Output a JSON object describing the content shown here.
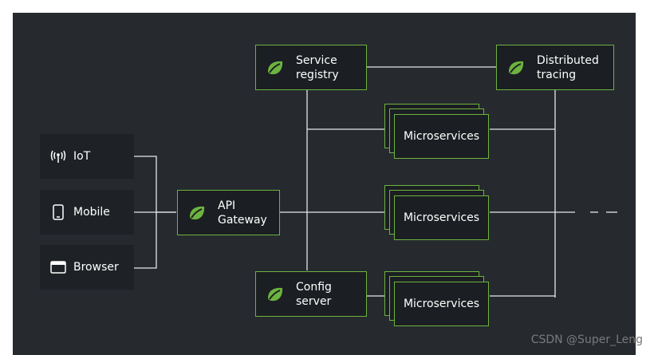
{
  "diagram": {
    "clients": [
      {
        "id": "iot",
        "label": "IoT",
        "icon": "antenna-icon"
      },
      {
        "id": "mobile",
        "label": "Mobile",
        "icon": "smartphone-icon"
      },
      {
        "id": "browser",
        "label": "Browser",
        "icon": "browser-window-icon"
      }
    ],
    "gateway": {
      "label": "API\nGateway",
      "icon": "spring-leaf-icon"
    },
    "registry": {
      "label": "Service\nregistry",
      "icon": "spring-leaf-icon"
    },
    "tracing": {
      "label": "Distributed\ntracing",
      "icon": "spring-leaf-icon"
    },
    "config": {
      "label": "Config\nserver",
      "icon": "spring-leaf-icon"
    },
    "microservices": [
      {
        "label": "Microservices"
      },
      {
        "label": "Microservices"
      },
      {
        "label": "Microservices"
      }
    ]
  },
  "watermark": "CSDN @Super_Leng",
  "colors": {
    "background": "#262a2f",
    "node": "#1b1e22",
    "accent": "#6db33f",
    "wire": "#e6e6e6",
    "text": "#ffffff"
  }
}
